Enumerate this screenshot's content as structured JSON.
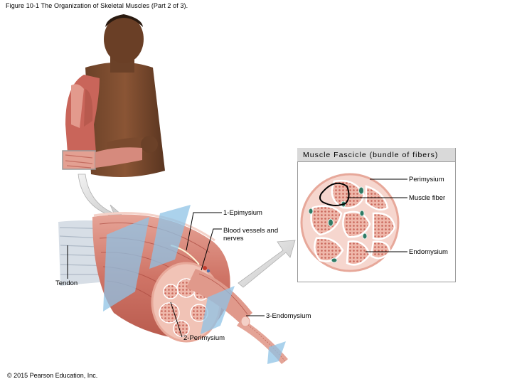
{
  "figure": {
    "caption": "Figure 10-1 The Organization of Skeletal Muscles (Part 2 of 3).",
    "copyright": "© 2015 Pearson Education, Inc."
  },
  "inset": {
    "title": "Muscle Fascicle (bundle of fibers)",
    "labels": {
      "perimysium": "Perimysium",
      "muscle_fiber": "Muscle fiber",
      "endomysium": "Endomysium"
    }
  },
  "main_labels": {
    "epimysium": "1-Epimysium",
    "blood_vessels": "Blood vessels and nerves",
    "tendon": "Tendon",
    "endomysium": "3-Endomysium",
    "perimysium": "2-Perimysium"
  },
  "colors": {
    "muscle": "#d9877a",
    "muscle_light": "#ebb3a6",
    "tendon": "#c9d3dd",
    "plane": "#8fc3e6",
    "arrow": "#d4d4d4",
    "nucleus": "#2f7a64"
  }
}
